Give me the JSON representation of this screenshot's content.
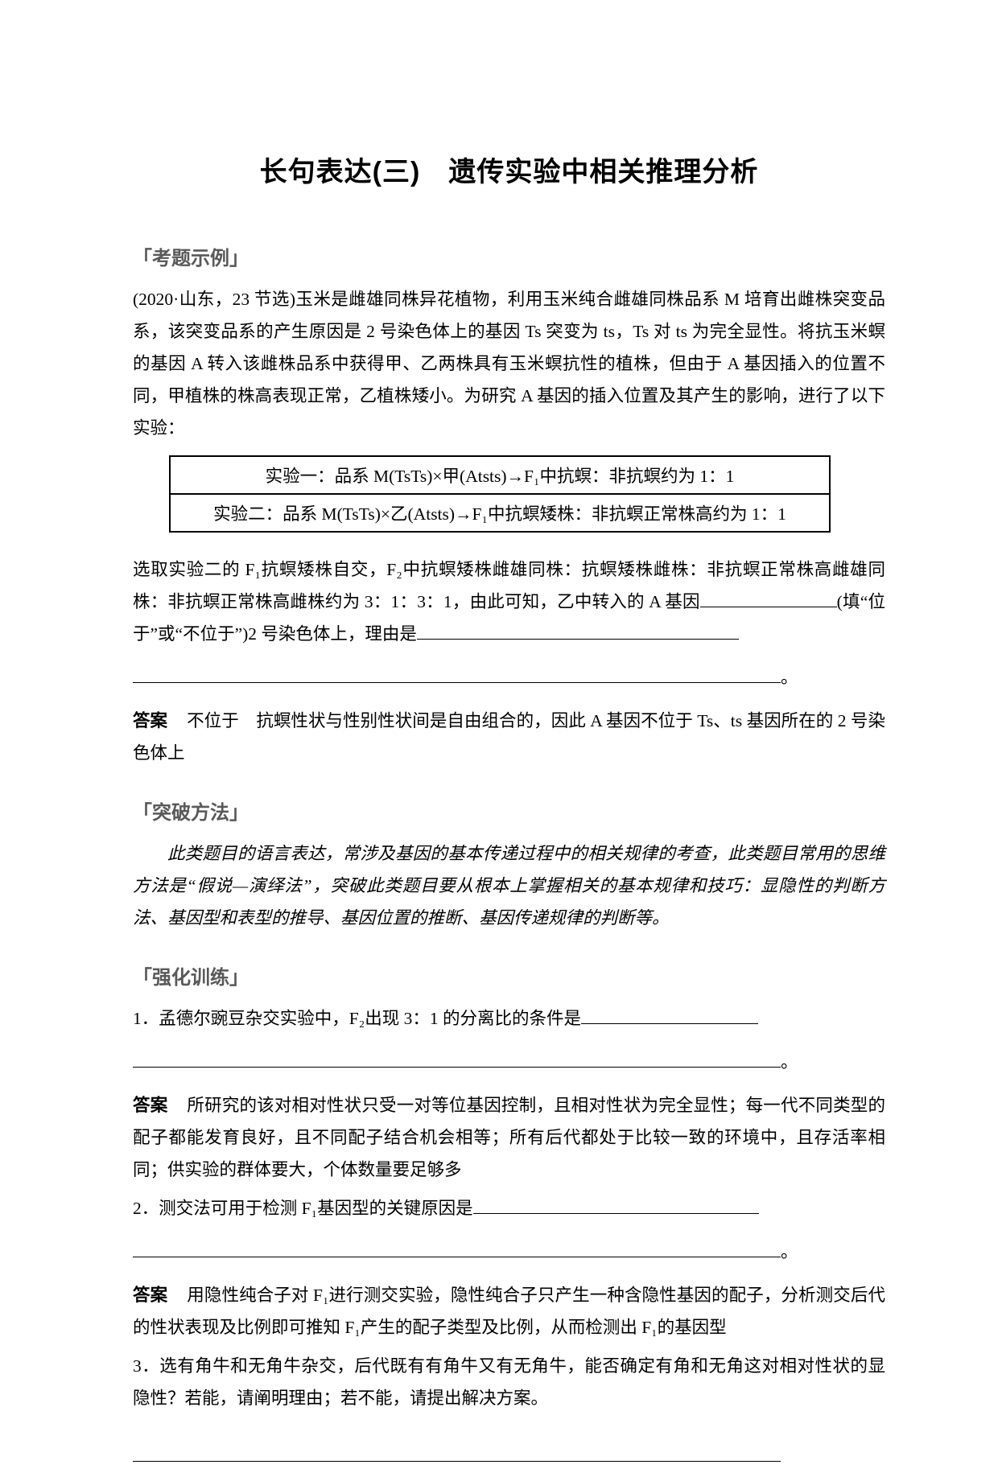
{
  "title": "长句表达(三)　遗传实验中相关推理分析",
  "colors": {
    "section_header": "#595959",
    "body_text": "#000000",
    "table_border": "#000000"
  },
  "sections": {
    "exam_example": "「考题示例」",
    "method": "「突破方法」",
    "practice": "「强化训练」"
  },
  "exam": {
    "intro": "(2020·山东，23 节选)玉米是雌雄同株异花植物，利用玉米纯合雌雄同株品系 M 培育出雌株突变品系，该突变品系的产生原因是 2 号染色体上的基因 Ts 突变为 ts，Ts 对 ts 为完全显性。将抗玉米螟的基因 A 转入该雌株品系中获得甲、乙两株具有玉米螟抗性的植株，但由于 A 基因插入的位置不同，甲植株的株高表现正常，乙植株矮小。为研究 A 基因的插入位置及其产生的影响，进行了以下实验：",
    "table_rows": [
      "实验一：品系 M(TsTs)×甲(Atsts)→F₁中抗螟：非抗螟约为 1：1",
      "实验二：品系 M(TsTs)×乙(Atsts)→F₁中抗螟矮株：非抗螟正常株高约为 1：1"
    ],
    "q_part1": "选取实验二的 F₁抗螟矮株自交，F₂中抗螟矮株雌雄同株：抗螟矮株雌株：非抗螟正常株高雌雄同株：非抗螟正常株高雌株约为 3：1：3：1，由此可知，乙中转入的 A 基因",
    "q_part2": "(填“位于”或“不位于”)2 号染色体上，理由是",
    "period": "。",
    "answer_label": "答案",
    "answer_text": "不位于　抗螟性状与性别性状间是自由组合的，因此 A 基因不位于 Ts、ts 基因所在的 2 号染色体上"
  },
  "method": {
    "paragraph": "此类题目的语言表达，常涉及基因的基本传递过程中的相关规律的考查，此类题目常用的思维方法是“假说—演绎法”，突破此类题目要从根本上掌握相关的基本规律和技巧：显隐性的判断方法、基因型和表型的推导、基因位置的推断、基因传递规律的判断等。"
  },
  "practice": {
    "q1": {
      "text": "1．孟德尔豌豆杂交实验中，F₂出现 3：1 的分离比的条件是",
      "period": "。",
      "answer_label": "答案",
      "answer": "所研究的该对相对性状只受一对等位基因控制，且相对性状为完全显性；每一代不同类型的配子都能发育良好，且不同配子结合机会相等；所有后代都处于比较一致的环境中，且存活率相同；供实验的群体要大，个体数量要足够多"
    },
    "q2": {
      "text": "2．测交法可用于检测 F₁基因型的关键原因是",
      "period": "。",
      "answer_label": "答案",
      "answer": "用隐性纯合子对 F₁进行测交实验，隐性纯合子只产生一种含隐性基因的配子，分析测交后代的性状表现及比例即可推知 F₁产生的配子类型及比例，从而检测出 F₁的基因型"
    },
    "q3": {
      "text": "3．选有角牛和无角牛杂交，后代既有有角牛又有无角牛，能否确定有角和无角这对相对性状的显隐性？若能，请阐明理由；若不能，请提出解决方案。"
    }
  }
}
